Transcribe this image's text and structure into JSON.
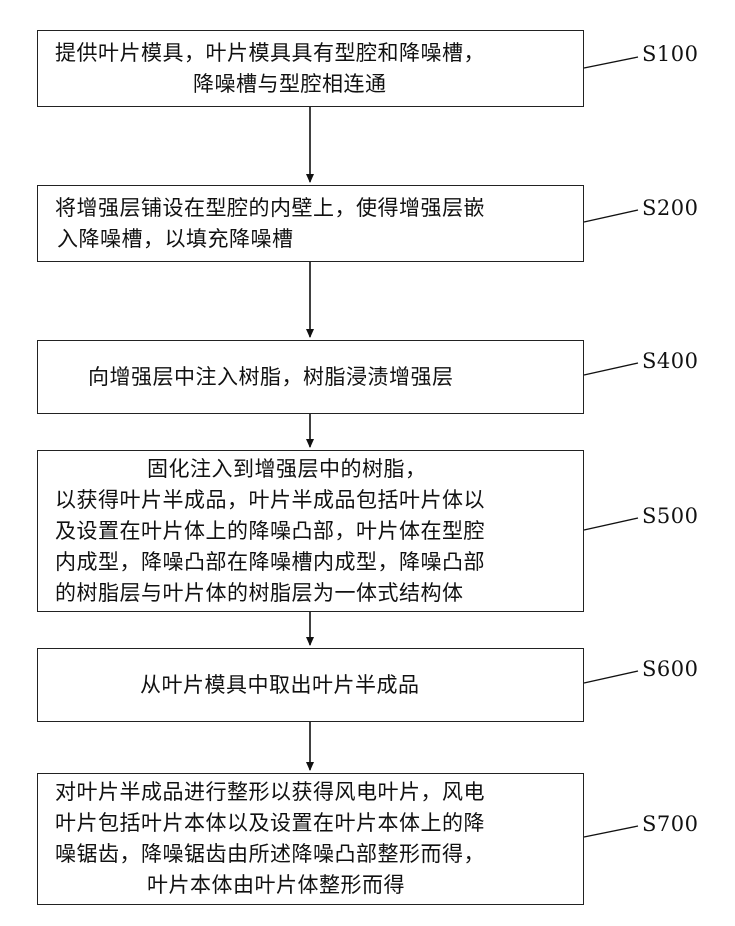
{
  "steps": [
    {
      "id": "S100",
      "lines": [
        "提供叶片模具，叶片模具具有型腔和降噪槽，",
        "降噪槽与型腔相连通"
      ]
    },
    {
      "id": "S200",
      "lines": [
        "将增强层铺设在型腔的内壁上，使得增强层嵌",
        "入降噪槽，以填充降噪槽"
      ]
    },
    {
      "id": "S400",
      "lines": [
        "向增强层中注入树脂，树脂浸渍增强层"
      ]
    },
    {
      "id": "S500",
      "lines": [
        "固化注入到增强层中的树脂，",
        "以获得叶片半成品，叶片半成品包括叶片体以",
        "及设置在叶片体上的降噪凸部，叶片体在型腔",
        "内成型，降噪凸部在降噪槽内成型，降噪凸部",
        "的树脂层与叶片体的树脂层为一体式结构体"
      ]
    },
    {
      "id": "S600",
      "lines": [
        "从叶片模具中取出叶片半成品"
      ]
    },
    {
      "id": "S700",
      "lines": [
        "对叶片半成品进行整形以获得风电叶片，风电",
        "叶片包括叶片本体以及设置在叶片本体上的降",
        "噪锯齿，降噪锯齿由所述降噪凸部整形而得，",
        "叶片本体由叶片体整形而得"
      ]
    }
  ]
}
